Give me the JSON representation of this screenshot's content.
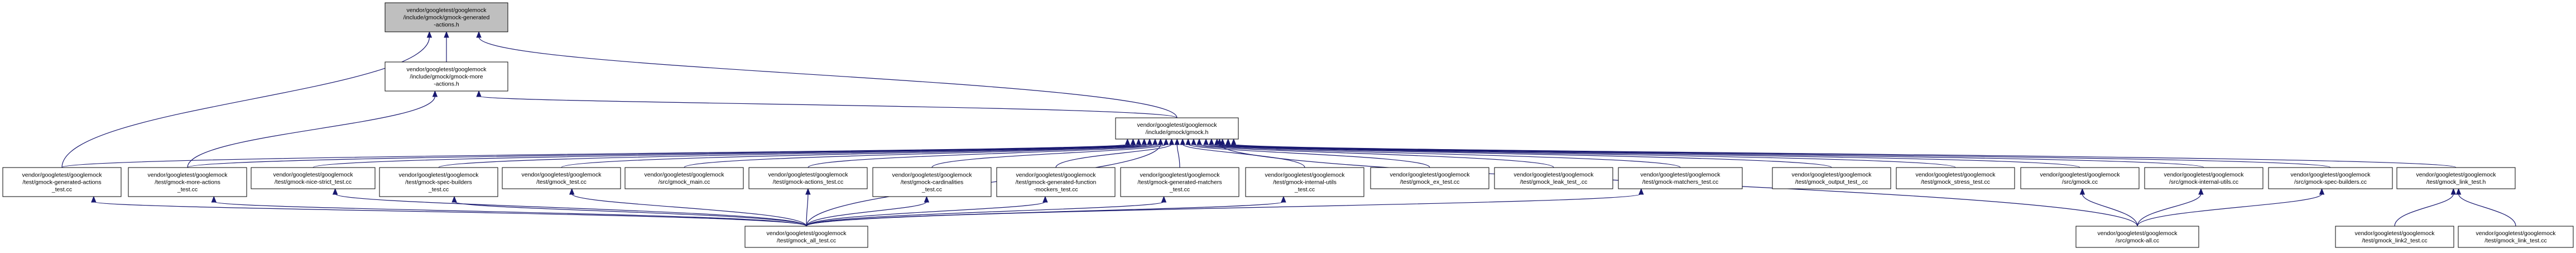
{
  "colors": {
    "background": "#ffffff",
    "root_fill": "#bfbfbf",
    "node_fill": "#ffffff",
    "node_stroke": "#000000",
    "edge": "#191970"
  },
  "nodes": [
    {
      "id": "gmock-generated-actions-h",
      "lines": [
        "vendor/googletest/googlemock",
        "/include/gmock/gmock-generated",
        "-actions.h"
      ],
      "root": true
    },
    {
      "id": "gmock-more-actions-h",
      "lines": [
        "vendor/googletest/googlemock",
        "/include/gmock/gmock-more",
        "-actions.h"
      ]
    },
    {
      "id": "gmock-h",
      "lines": [
        "vendor/googletest/googlemock",
        "/include/gmock/gmock.h"
      ]
    },
    {
      "id": "gmock-generated-actions-test",
      "lines": [
        "vendor/googletest/googlemock",
        "/test/gmock-generated-actions",
        "_test.cc"
      ]
    },
    {
      "id": "gmock-more-actions-test",
      "lines": [
        "vendor/googletest/googlemock",
        "/test/gmock-more-actions",
        "_test.cc"
      ]
    },
    {
      "id": "gmock-nice-strict-test",
      "lines": [
        "vendor/googletest/googlemock",
        "/test/gmock-nice-strict_test.cc"
      ]
    },
    {
      "id": "gmock-spec-builders-test",
      "lines": [
        "vendor/googletest/googlemock",
        "/test/gmock-spec-builders",
        "_test.cc"
      ]
    },
    {
      "id": "gmock-test",
      "lines": [
        "vendor/googletest/googlemock",
        "/test/gmock_test.cc"
      ]
    },
    {
      "id": "gmock-main",
      "lines": [
        "vendor/googletest/googlemock",
        "/src/gmock_main.cc"
      ]
    },
    {
      "id": "gmock-actions-test",
      "lines": [
        "vendor/googletest/googlemock",
        "/test/gmock-actions_test.cc"
      ]
    },
    {
      "id": "gmock-cardinalities-test",
      "lines": [
        "vendor/googletest/googlemock",
        "/test/gmock-cardinalities",
        "_test.cc"
      ]
    },
    {
      "id": "gmock-generated-function-mockers-test",
      "lines": [
        "vendor/googletest/googlemock",
        "/test/gmock-generated-function",
        "-mockers_test.cc"
      ]
    },
    {
      "id": "gmock-generated-matchers-test",
      "lines": [
        "vendor/googletest/googlemock",
        "/test/gmock-generated-matchers",
        "_test.cc"
      ]
    },
    {
      "id": "gmock-internal-utils-test",
      "lines": [
        "vendor/googletest/googlemock",
        "/test/gmock-internal-utils",
        "_test.cc"
      ]
    },
    {
      "id": "gmock-ex-test",
      "lines": [
        "vendor/googletest/googlemock",
        "/test/gmock_ex_test.cc"
      ]
    },
    {
      "id": "gmock-leak-test",
      "lines": [
        "vendor/googletest/googlemock",
        "/test/gmock_leak_test_.cc"
      ]
    },
    {
      "id": "gmock-matchers-test",
      "lines": [
        "vendor/googletest/googlemock",
        "/test/gmock-matchers_test.cc"
      ]
    },
    {
      "id": "gmock-output-test",
      "lines": [
        "vendor/googletest/googlemock",
        "/test/gmock_output_test_.cc"
      ]
    },
    {
      "id": "gmock-stress-test",
      "lines": [
        "vendor/googletest/googlemock",
        "/test/gmock_stress_test.cc"
      ]
    },
    {
      "id": "src-gmock-cc",
      "lines": [
        "vendor/googletest/googlemock",
        "/src/gmock.cc"
      ]
    },
    {
      "id": "src-gmock-internal-utils",
      "lines": [
        "vendor/googletest/googlemock",
        "/src/gmock-internal-utils.cc"
      ]
    },
    {
      "id": "src-gmock-spec-builders",
      "lines": [
        "vendor/googletest/googlemock",
        "/src/gmock-spec-builders.cc"
      ]
    },
    {
      "id": "gmock-link-test-h",
      "lines": [
        "vendor/googletest/googlemock",
        "/test/gmock_link_test.h"
      ]
    },
    {
      "id": "gmock-all-test",
      "lines": [
        "vendor/googletest/googlemock",
        "/test/gmock_all_test.cc"
      ]
    },
    {
      "id": "gmock-all-cc",
      "lines": [
        "vendor/googletest/googlemock",
        "/src/gmock-all.cc"
      ]
    },
    {
      "id": "gmock-link2-test",
      "lines": [
        "vendor/googletest/googlemock",
        "/test/gmock_link2_test.cc"
      ]
    },
    {
      "id": "gmock-link-test-cc",
      "lines": [
        "vendor/googletest/googlemock",
        "/test/gmock_link_test.cc"
      ]
    }
  ],
  "edges": [
    {
      "from": "gmock-more-actions-h",
      "to": "gmock-generated-actions-h"
    },
    {
      "from": "gmock-h",
      "to": "gmock-generated-actions-h"
    },
    {
      "from": "gmock-generated-actions-test",
      "to": "gmock-generated-actions-h"
    },
    {
      "from": "gmock-h",
      "to": "gmock-more-actions-h"
    },
    {
      "from": "gmock-more-actions-test",
      "to": "gmock-more-actions-h"
    },
    {
      "from": "gmock-generated-actions-test",
      "to": "gmock-h"
    },
    {
      "from": "gmock-more-actions-test",
      "to": "gmock-h"
    },
    {
      "from": "gmock-nice-strict-test",
      "to": "gmock-h"
    },
    {
      "from": "gmock-spec-builders-test",
      "to": "gmock-h"
    },
    {
      "from": "gmock-test",
      "to": "gmock-h"
    },
    {
      "from": "gmock-main",
      "to": "gmock-h"
    },
    {
      "from": "gmock-actions-test",
      "to": "gmock-h"
    },
    {
      "from": "gmock-cardinalities-test",
      "to": "gmock-h"
    },
    {
      "from": "gmock-generated-function-mockers-test",
      "to": "gmock-h"
    },
    {
      "from": "gmock-generated-matchers-test",
      "to": "gmock-h"
    },
    {
      "from": "gmock-internal-utils-test",
      "to": "gmock-h"
    },
    {
      "from": "gmock-ex-test",
      "to": "gmock-h"
    },
    {
      "from": "gmock-leak-test",
      "to": "gmock-h"
    },
    {
      "from": "gmock-matchers-test",
      "to": "gmock-h"
    },
    {
      "from": "gmock-output-test",
      "to": "gmock-h"
    },
    {
      "from": "gmock-stress-test",
      "to": "gmock-h"
    },
    {
      "from": "src-gmock-cc",
      "to": "gmock-h"
    },
    {
      "from": "src-gmock-internal-utils",
      "to": "gmock-h"
    },
    {
      "from": "src-gmock-spec-builders",
      "to": "gmock-h"
    },
    {
      "from": "gmock-link-test-h",
      "to": "gmock-h"
    },
    {
      "from": "gmock-all-test",
      "to": "gmock-h"
    },
    {
      "from": "gmock-all-cc",
      "to": "gmock-h"
    },
    {
      "from": "gmock-all-test",
      "to": "gmock-generated-actions-test"
    },
    {
      "from": "gmock-all-test",
      "to": "gmock-more-actions-test"
    },
    {
      "from": "gmock-all-test",
      "to": "gmock-nice-strict-test"
    },
    {
      "from": "gmock-all-test",
      "to": "gmock-spec-builders-test"
    },
    {
      "from": "gmock-all-test",
      "to": "gmock-test"
    },
    {
      "from": "gmock-all-test",
      "to": "gmock-actions-test"
    },
    {
      "from": "gmock-all-test",
      "to": "gmock-cardinalities-test"
    },
    {
      "from": "gmock-all-test",
      "to": "gmock-generated-function-mockers-test"
    },
    {
      "from": "gmock-all-test",
      "to": "gmock-generated-matchers-test"
    },
    {
      "from": "gmock-all-test",
      "to": "gmock-internal-utils-test"
    },
    {
      "from": "gmock-all-test",
      "to": "gmock-matchers-test"
    },
    {
      "from": "gmock-all-cc",
      "to": "src-gmock-cc"
    },
    {
      "from": "gmock-all-cc",
      "to": "src-gmock-internal-utils"
    },
    {
      "from": "gmock-all-cc",
      "to": "src-gmock-spec-builders"
    },
    {
      "from": "gmock-link2-test",
      "to": "gmock-link-test-h"
    },
    {
      "from": "gmock-link-test-cc",
      "to": "gmock-link-test-h"
    }
  ]
}
